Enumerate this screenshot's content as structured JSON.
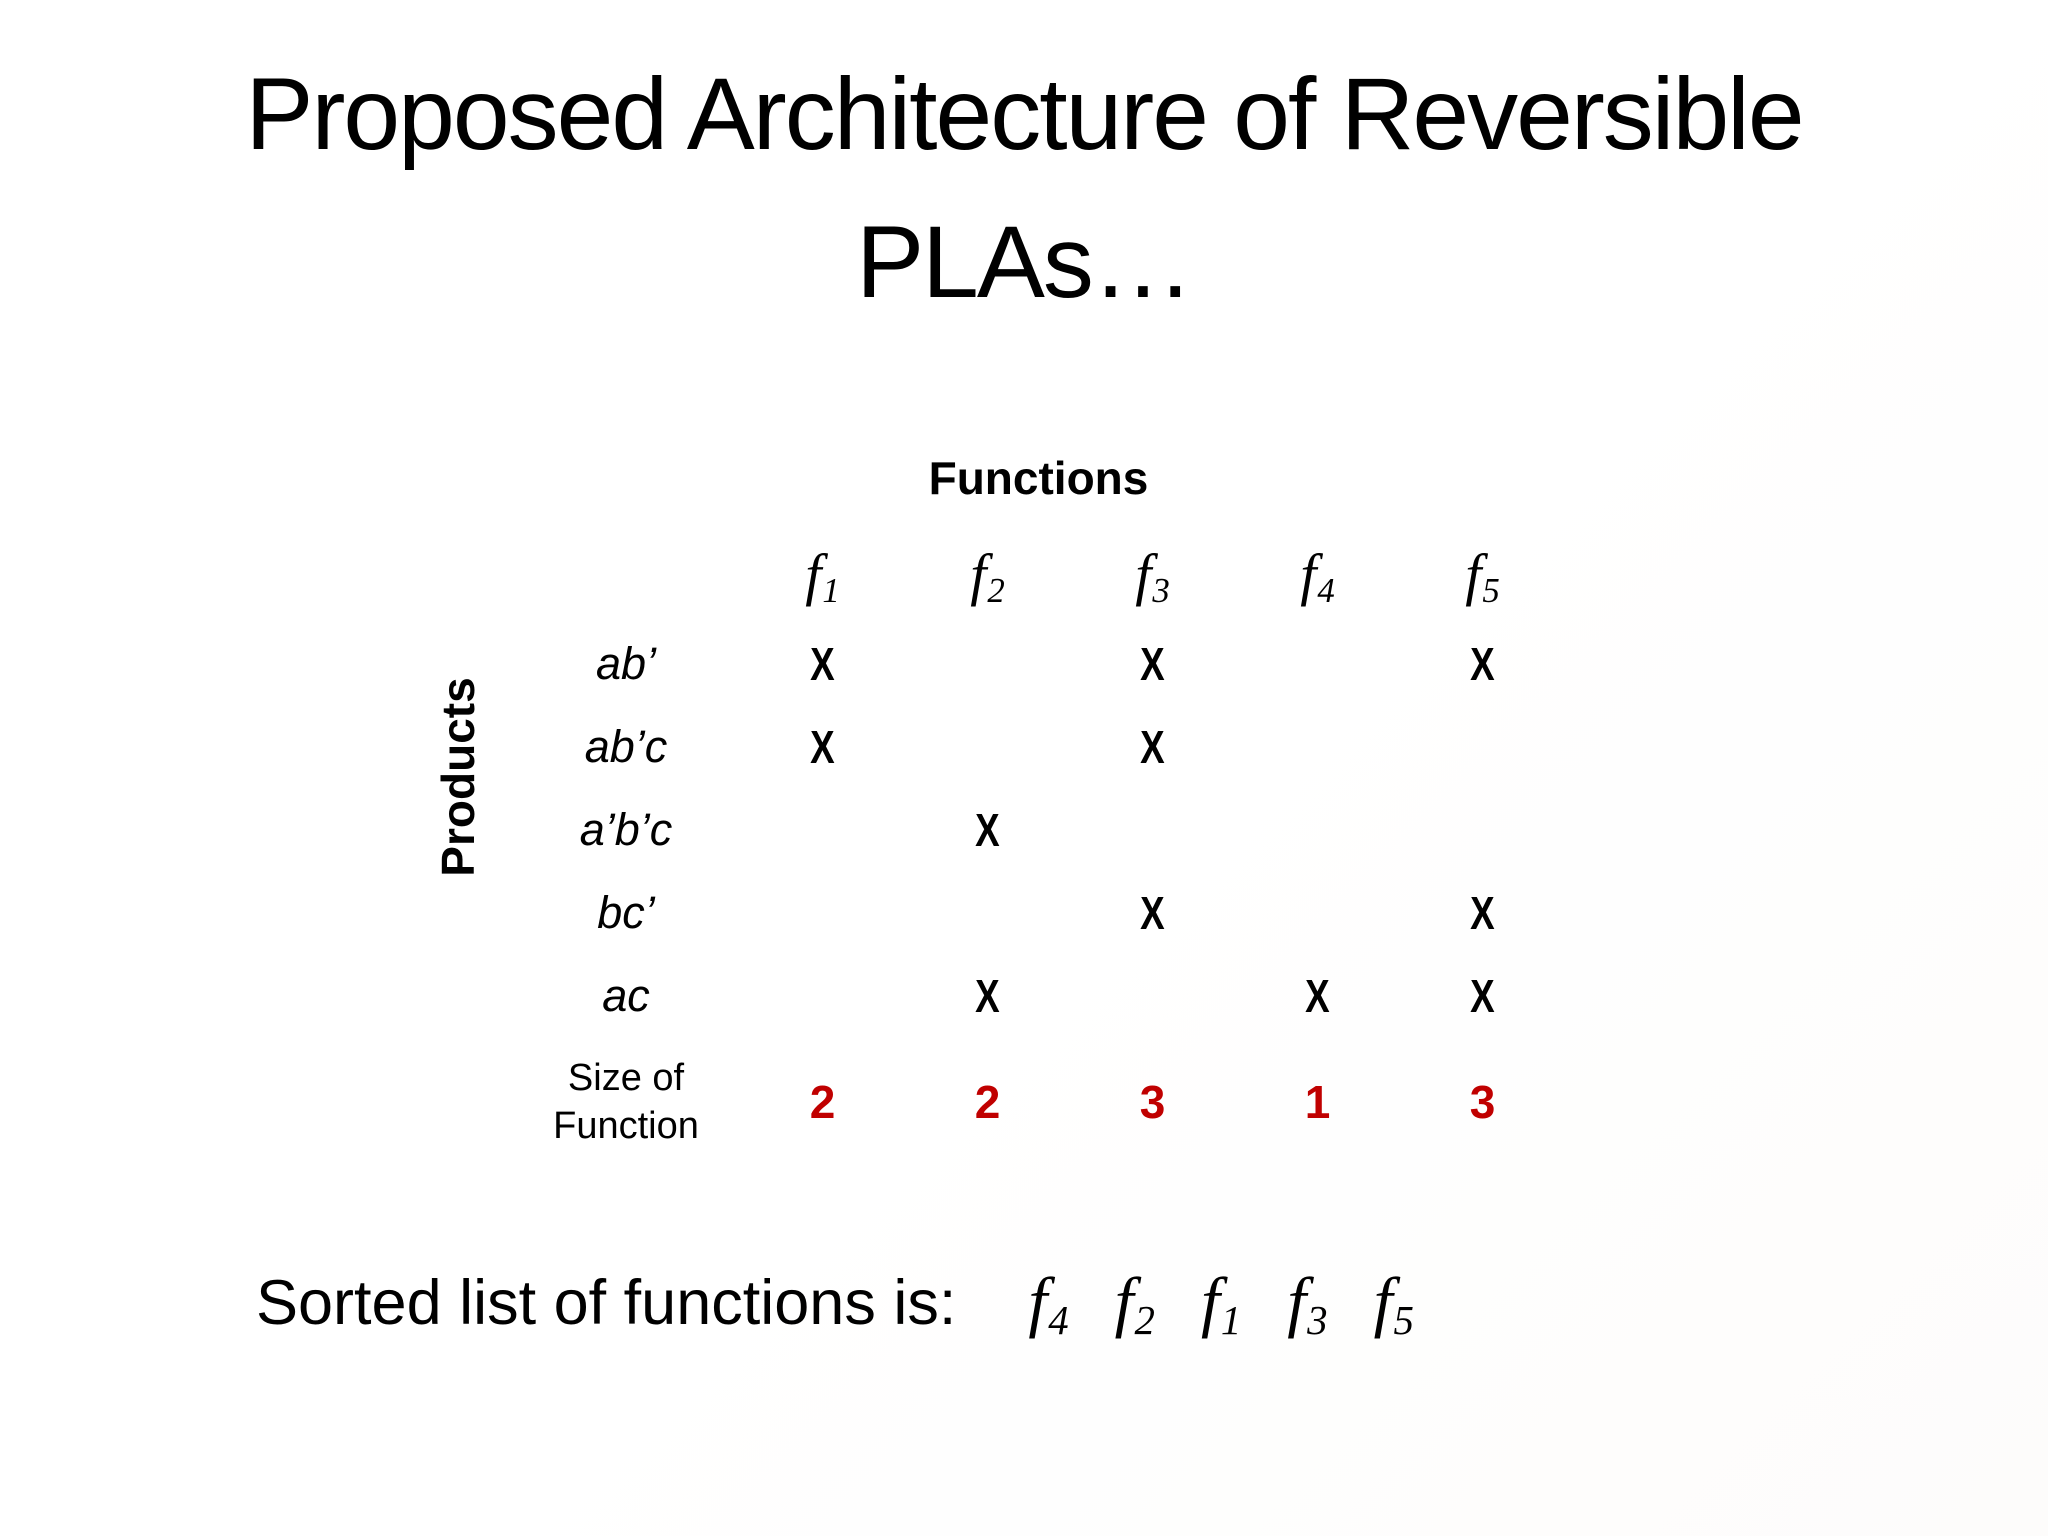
{
  "slide": {
    "title_lines": [
      "Proposed Architecture of Reversible",
      "PLAs…"
    ]
  },
  "matrix": {
    "axis_title": "Functions",
    "row_axis_title": "Products",
    "columns": [
      {
        "base": "f",
        "sub": "1"
      },
      {
        "base": "f",
        "sub": "2"
      },
      {
        "base": "f",
        "sub": "3"
      },
      {
        "base": "f",
        "sub": "4"
      },
      {
        "base": "f",
        "sub": "5"
      }
    ],
    "mark_symbol": "X",
    "rows": [
      {
        "label": "ab’",
        "marks": [
          1,
          0,
          1,
          0,
          1
        ]
      },
      {
        "label": "ab’c",
        "marks": [
          1,
          0,
          1,
          0,
          0
        ]
      },
      {
        "label": "a’b’c",
        "marks": [
          0,
          1,
          0,
          0,
          0
        ]
      },
      {
        "label": "bc’",
        "marks": [
          0,
          0,
          1,
          0,
          1
        ]
      },
      {
        "label": "ac",
        "marks": [
          0,
          1,
          0,
          1,
          1
        ]
      }
    ],
    "size_row": {
      "label_lines": [
        "Size of",
        "Function"
      ],
      "values": [
        "2",
        "2",
        "3",
        "1",
        "3"
      ],
      "value_color": "#c00000"
    }
  },
  "footer": {
    "label": "Sorted list of functions is:",
    "sorted_functions": [
      {
        "base": "f",
        "sub": "4"
      },
      {
        "base": "f",
        "sub": "2"
      },
      {
        "base": "f",
        "sub": "1"
      },
      {
        "base": "f",
        "sub": "3"
      },
      {
        "base": "f",
        "sub": "5"
      }
    ]
  },
  "colors": {
    "text": "#000000",
    "size_values": "#c00000",
    "background": "#ffffff"
  }
}
